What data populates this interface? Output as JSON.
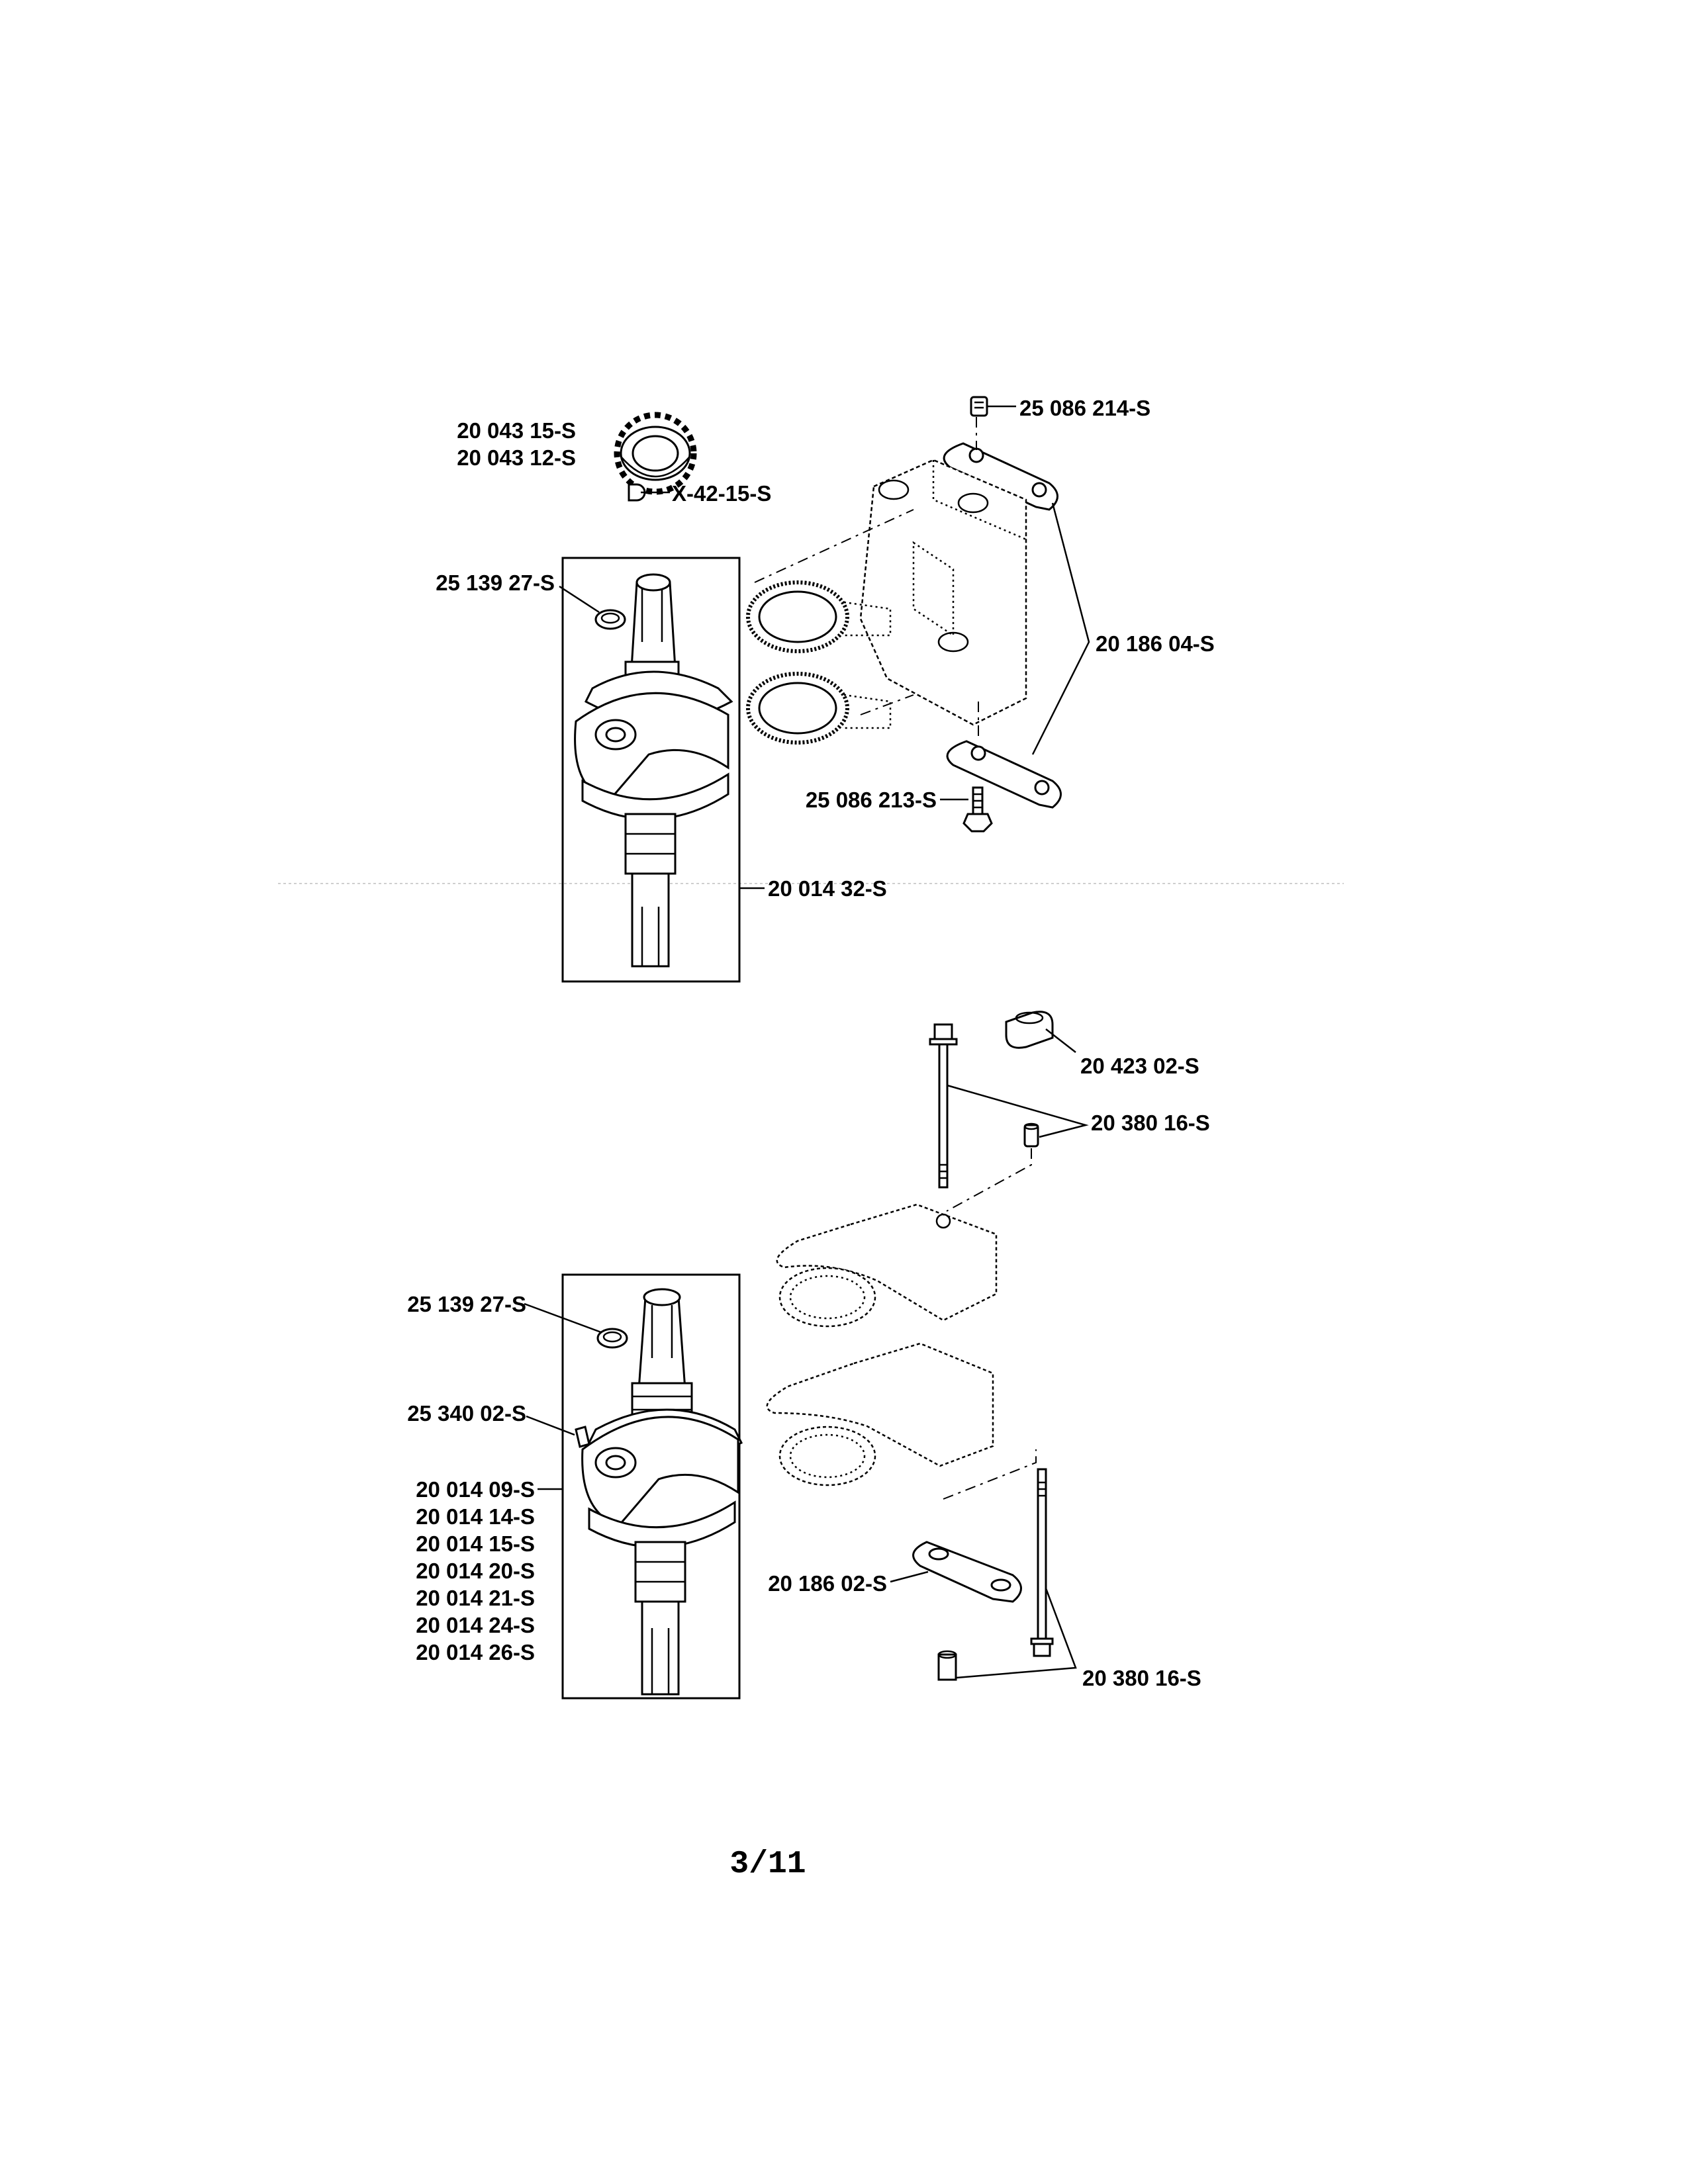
{
  "page": {
    "number": "3/11"
  },
  "upper_assembly": {
    "labels": {
      "gear_a": "20 043 15-S",
      "gear_b": "20 043 12-S",
      "key": "X-42-15-S",
      "seal": "25 139 27-S",
      "screw_top": "25 086 214-S",
      "plate": "20 186 04-S",
      "screw_bottom": "25 086 213-S",
      "crankshaft": "20 014 32-S"
    }
  },
  "lower_assembly": {
    "labels": {
      "spacer": "20 423 02-S",
      "bolt_top": "20 380 16-S",
      "seal": "25 139 27-S",
      "key": "25 340 02-S",
      "crankshafts": [
        "20 014 09-S",
        "20 014 14-S",
        "20 014 15-S",
        "20 014 20-S",
        "20 014 21-S",
        "20 014 24-S",
        "20 014 26-S"
      ],
      "plate": "20 186 02-S",
      "bolt_bottom": "20 380 16-S"
    }
  }
}
